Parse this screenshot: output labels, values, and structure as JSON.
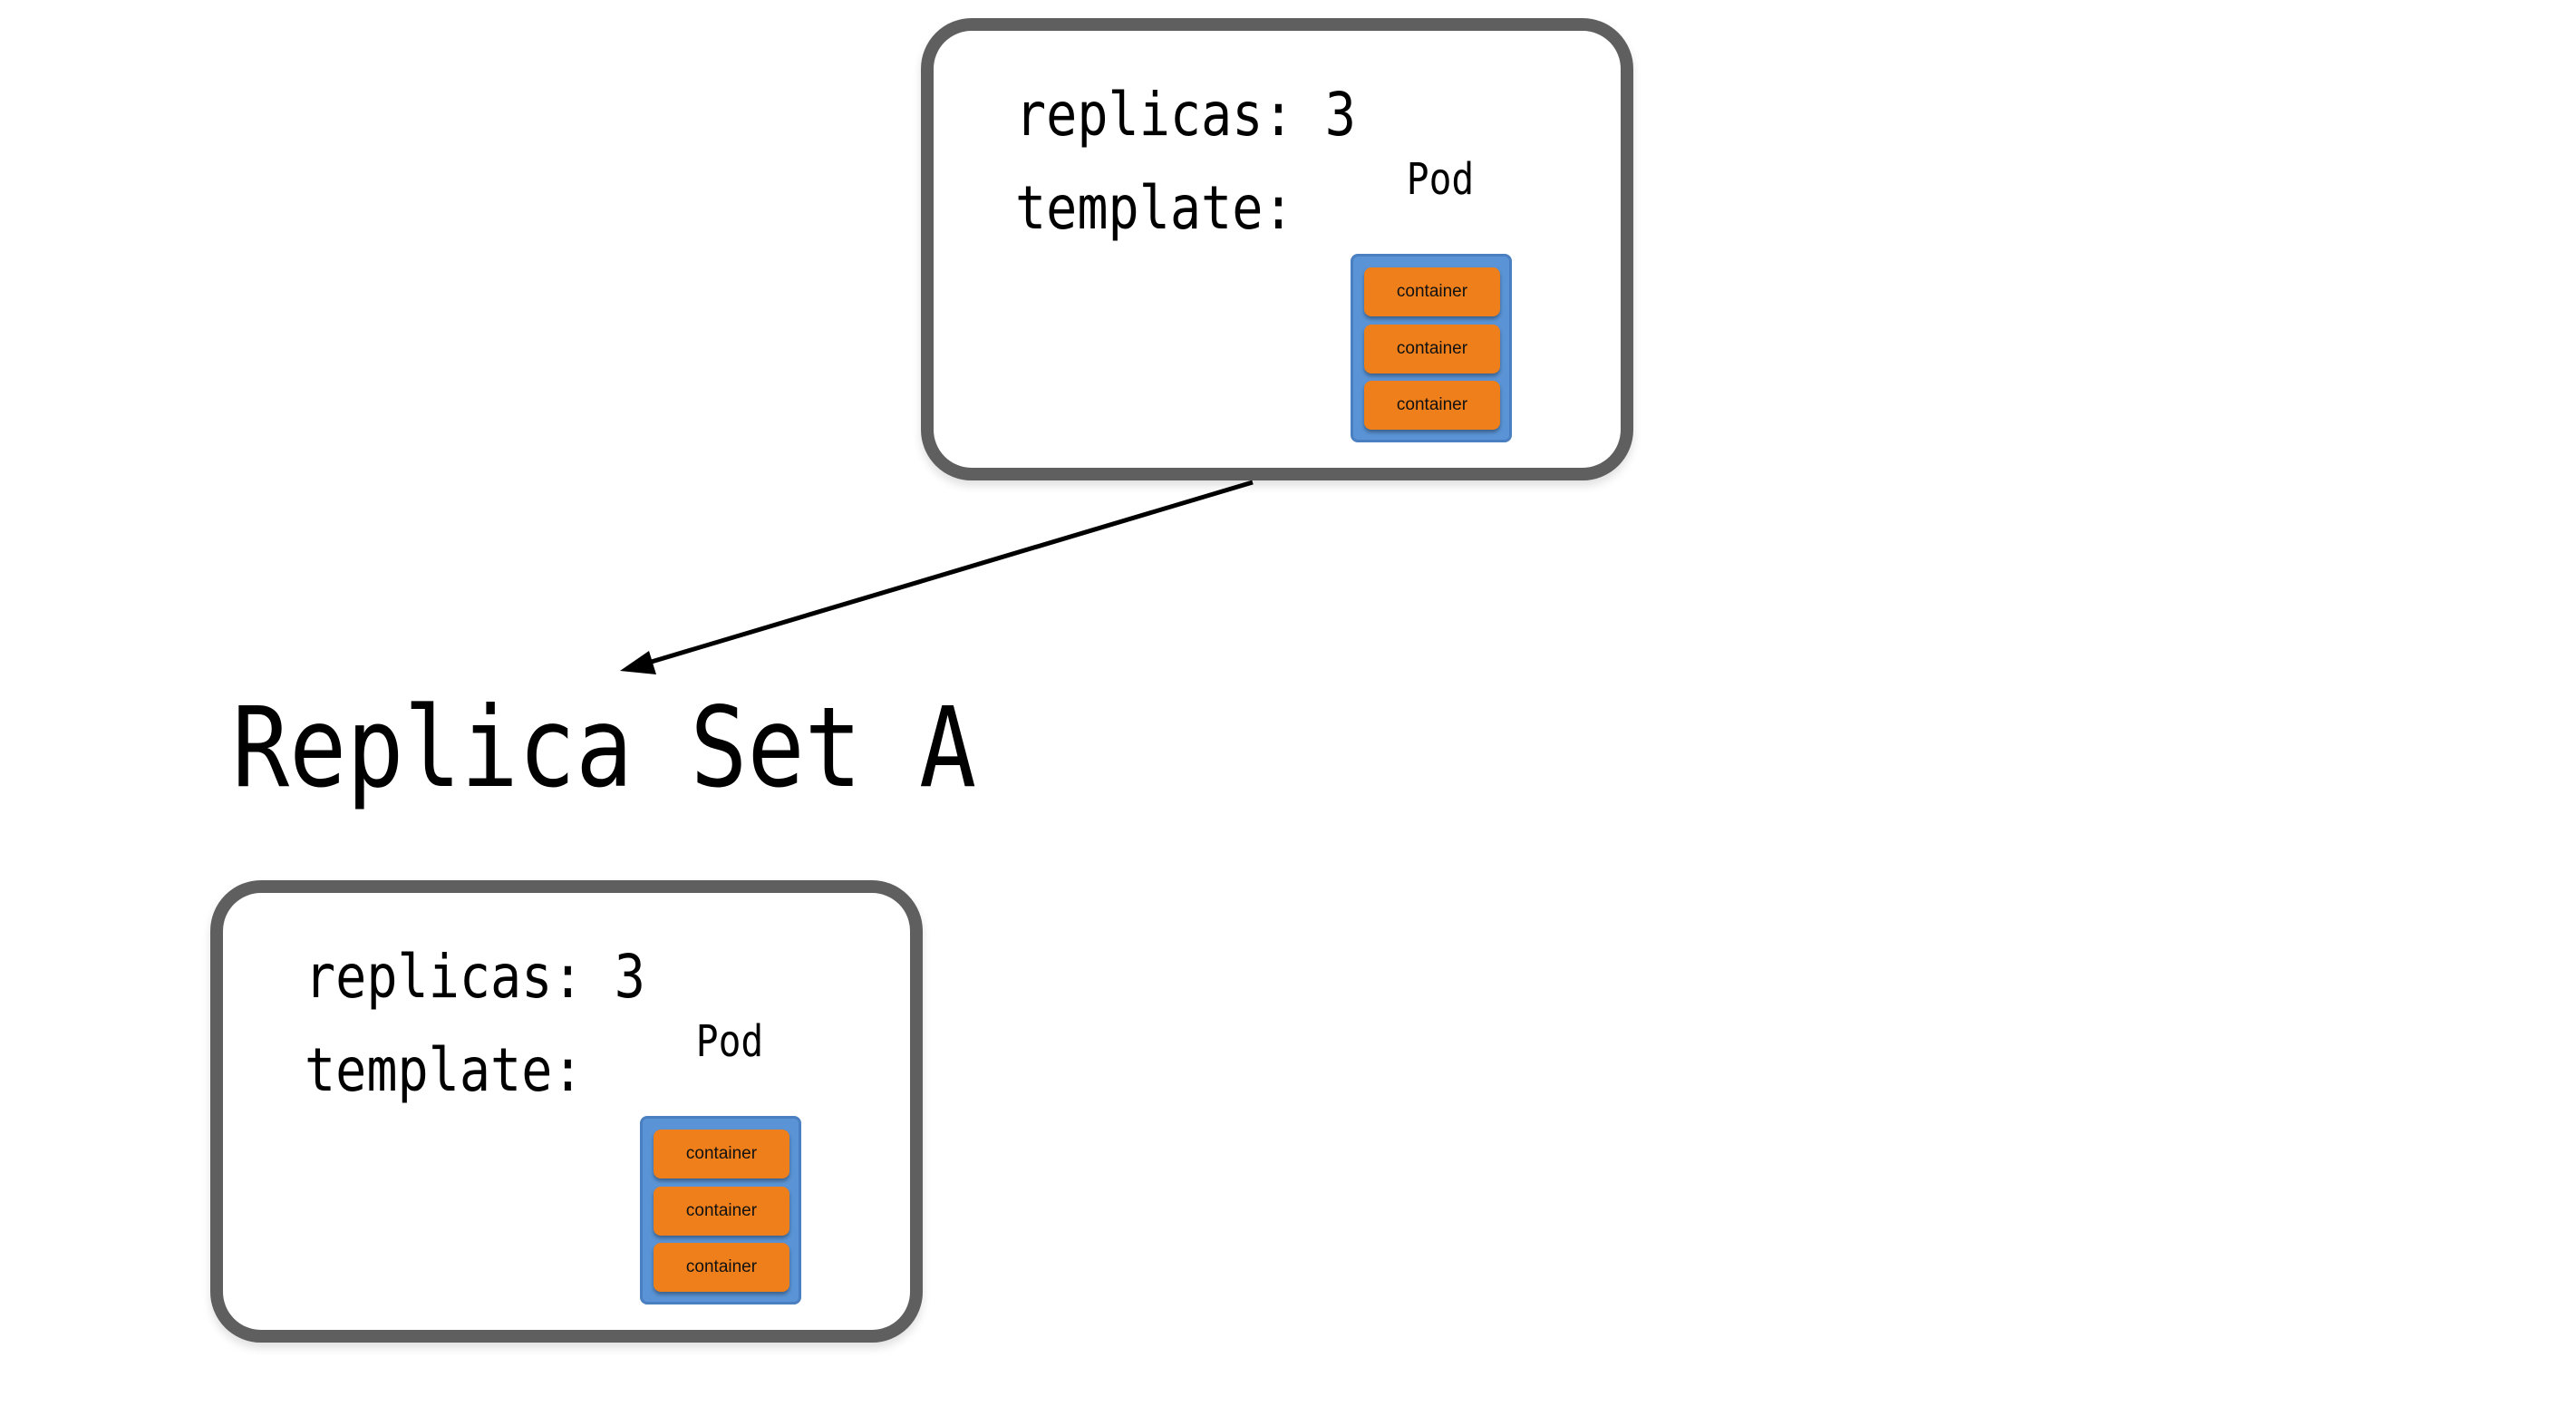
{
  "top_box": {
    "replicas_line": "replicas: 3",
    "template_line": "template:",
    "pod_label": "Pod",
    "containers": [
      "container",
      "container",
      "container"
    ]
  },
  "title": "Replica Set A",
  "bottom_box": {
    "replicas_line": "replicas: 3",
    "template_line": "template:",
    "pod_label": "Pod",
    "containers": [
      "container",
      "container",
      "container"
    ]
  },
  "colors": {
    "box_border": "#5f5f5f",
    "pod_fill": "#5b94d6",
    "container_fill": "#ee7f1b",
    "arrow": "#000000"
  }
}
